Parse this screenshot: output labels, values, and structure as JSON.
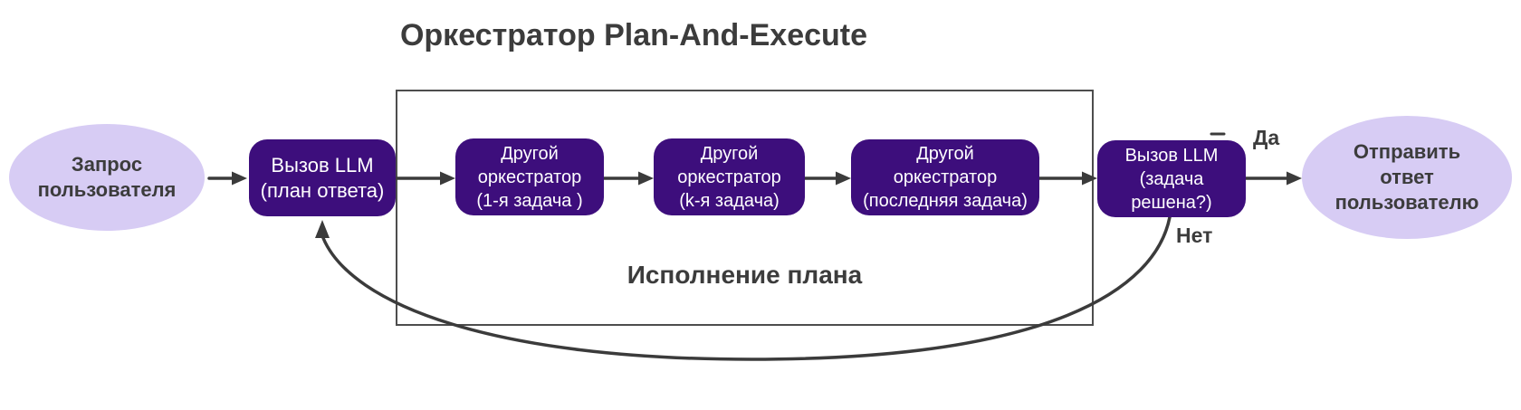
{
  "title": "Оркестратор Plan-And-Execute",
  "container": {
    "label": "Исполнение плана"
  },
  "nodes": {
    "user_request": {
      "lines": [
        "Запрос",
        "пользователя"
      ]
    },
    "llm_plan": {
      "lines": [
        "Вызов LLM",
        "(план ответа)"
      ]
    },
    "orch_first": {
      "lines": [
        "Другой",
        "оркестратор",
        "(1-я задача )"
      ]
    },
    "orch_k": {
      "lines": [
        "Другой",
        "оркестратор",
        "(k-я задача)"
      ]
    },
    "orch_last": {
      "lines": [
        "Другой",
        "оркестратор",
        "(последняя задача)"
      ]
    },
    "llm_check": {
      "lines": [
        "Вызов LLM",
        "(задача",
        "решена?)"
      ]
    },
    "send_answer": {
      "lines": [
        "Отправить",
        "ответ",
        "пользователю"
      ]
    }
  },
  "labels": {
    "yes": "Да",
    "no": "Нет",
    "stray": "–"
  },
  "colors": {
    "node_fill": "#3D0E7C",
    "terminal_fill": "#D7CCF4",
    "node_text": "#FFFFFF",
    "label_text": "#3C3C3C",
    "arrow": "#3B3B3B",
    "container_border": "#4D4D4D"
  }
}
